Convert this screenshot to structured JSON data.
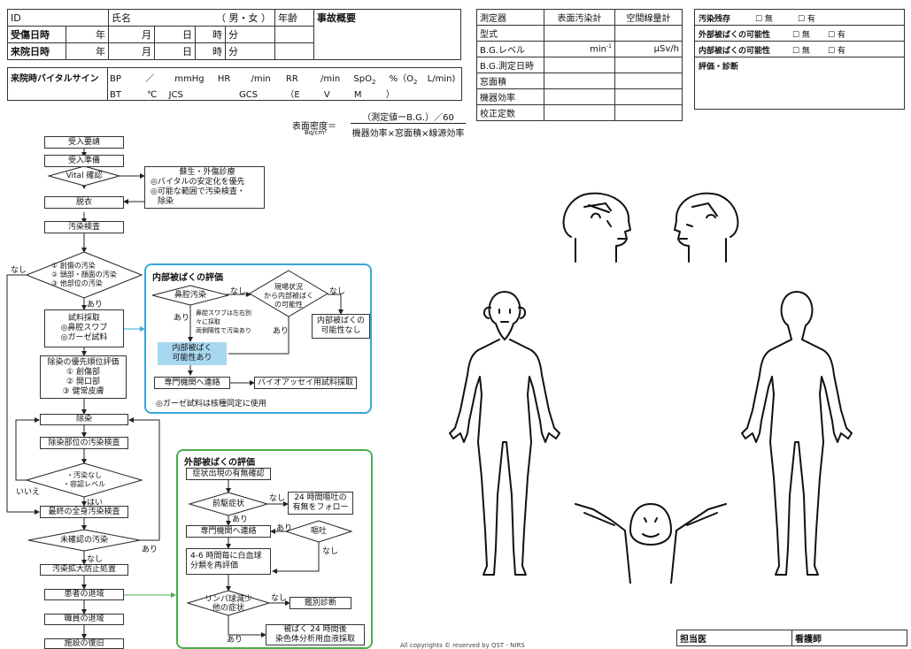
{
  "patient": {
    "id_label": "ID",
    "name_label": "氏名",
    "sex_label": "（ 男・女 ）",
    "age_label": "年齢",
    "summary_label": "事故概要",
    "injury_time_label": "受傷日時",
    "arrival_time_label": "来院日時",
    "year": "年",
    "month": "月",
    "day": "日",
    "hour": "時",
    "minute": "分"
  },
  "vitals": {
    "label": "来院時バイタルサイン",
    "bp": "BP",
    "slash": "／",
    "mmhg": "mmHg",
    "hr": "HR",
    "per_min": "/min",
    "rr": "RR",
    "spo2": "SpO",
    "spo2_sub": "2",
    "o2_part": "%（O",
    "o2_sub": "2",
    "o2_unit": "L/min)",
    "bt": "BT",
    "celsius": "℃",
    "jcs": "JCS",
    "gcs": "GCS",
    "e": "（E",
    "v": "V",
    "m": "M",
    "close": "）"
  },
  "meter": {
    "headers": [
      "測定器",
      "表面汚染計",
      "空間線量計"
    ],
    "rows": [
      "型式",
      "B.G.レベル",
      "B.G.測定日時",
      "窓面積",
      "機器効率",
      "校正定数"
    ],
    "bg_unit1": "min",
    "bg_unit1_sup": "-1",
    "bg_unit2": "μSv/h"
  },
  "status": {
    "contam_label": "汚染残存",
    "external_label": "外部被ばくの可能性",
    "internal_label": "内部被ばくの可能性",
    "none": "☐ 無",
    "yes": "☐ 有",
    "diagnosis_label": "評価・診断"
  },
  "formula": {
    "lhs": "表面密度＝",
    "unit": "Bq/cm²",
    "numerator": "（測定値ーB.G.）／60",
    "denominator": "機器効率×窓面積×線源効率"
  },
  "flow": {
    "s1": "受入要請",
    "s2": "受入準備",
    "vital": "Vital 確認",
    "resus_title": "蘇生・外傷診療",
    "resus_1": "◎バイタルの安定化を優先",
    "resus_2": "◎可能な範囲で汚染検査・",
    "resus_3": "除染",
    "undress": "脱衣",
    "contam_check": "汚染検査",
    "d1_1": "① 創傷の汚染",
    "d1_2": "② 頭部・顔面の汚染",
    "d1_3": "③ 他部位の汚染",
    "nashi": "なし",
    "ari": "あり",
    "sample_1": "試料採取",
    "sample_2": "◎鼻腔スワブ",
    "sample_3": "◎ガーゼ試料",
    "prio_1": "除染の優先順位評価",
    "prio_2": "① 創傷部",
    "prio_3": "② 開口部",
    "prio_4": "③ 健常皮膚",
    "decon": "除染",
    "decon_check": "除染部位の汚染検査",
    "d2_1": "・汚染なし",
    "d2_2": "・容認レベル",
    "iie": "いいえ",
    "hai": "はい",
    "final_check": "最終の全身汚染検査",
    "unchecked": "未確認の汚染",
    "spread": "汚染拡大防止処置",
    "patient_exit": "患者の退域",
    "staff_exit": "職員の退域",
    "restore": "施設の復旧"
  },
  "internal": {
    "title": "内部被ばくの評価",
    "nasal": "鼻腔汚染",
    "situation_1": "現場状況",
    "situation_2": "から内部被ばく",
    "situation_3": "の可能性",
    "swab_1": "鼻腔スワブは左右別",
    "swab_2": "々に採取",
    "swab_3": "両側陽性で汚染あり",
    "none_1": "内部被ばくの",
    "none_2": "可能性なし",
    "possible_1": "内部被ばく",
    "possible_2": "可能性あり",
    "contact": "専門機関へ連絡",
    "bioassay": "バイオアッセイ用試料採取",
    "gauze_note": "◎ガーゼ試料は核種同定に使用"
  },
  "external": {
    "title": "外部被ばくの評価",
    "symptom": "症状出現の有無確認",
    "prodrome": "前駆症状",
    "follow_1": "24 時間嘔吐の",
    "follow_2": "有無をフォロー",
    "contact": "専門機関へ連絡",
    "vomit": "嘔吐",
    "wbc_1": "4-6 時間毎に白血球",
    "wbc_2": "分類を再評価",
    "lymph_1": "リンパ球減少",
    "lymph_2": "他の症状",
    "diff": "鑑別診断",
    "blood_1": "被ばく 24 時間後",
    "blood_2": "染色体分析用血液採取"
  },
  "footer": {
    "copyright": "All copyrights © reserved by QST - NIRS",
    "doctor": "担当医",
    "nurse": "看護師"
  },
  "colors": {
    "internal_border": "#3aa7d9",
    "external_border": "#4cae4c",
    "highlight": "#a8d8f0"
  }
}
